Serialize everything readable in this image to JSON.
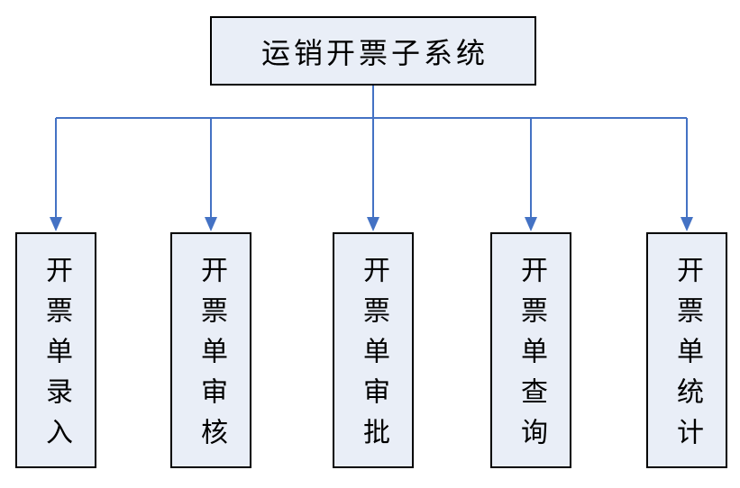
{
  "diagram": {
    "type": "hierarchy",
    "root": {
      "label": "运销开票子系统"
    },
    "children": [
      {
        "label": "开票单录入"
      },
      {
        "label": "开票单审核"
      },
      {
        "label": "开票单审批"
      },
      {
        "label": "开票单查询"
      },
      {
        "label": "开票单统计"
      }
    ],
    "colors": {
      "connector": "#4472c4",
      "box_fill": "#e9eef7",
      "box_border": "#000000",
      "text": "#000000",
      "background": "#ffffff"
    }
  }
}
